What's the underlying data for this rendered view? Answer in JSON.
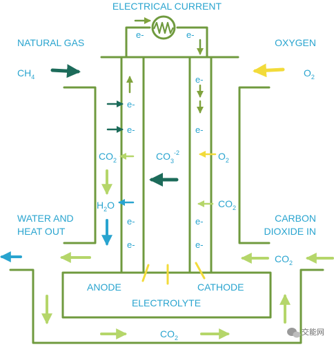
{
  "labels": {
    "electrical_current": "ELECTRICAL CURRENT",
    "natural_gas": "NATURAL GAS",
    "oxygen": "OXYGEN",
    "ch4_main": "CH",
    "ch4_sub": "4",
    "o2_main": "O",
    "o2_sub": "2",
    "water_line1": "WATER AND",
    "water_line2": "HEAT OUT",
    "carbon_line1": "CARBON",
    "carbon_line2": "DIOXIDE IN",
    "co2_main": "CO",
    "co2_sub": "2",
    "co3_main": "CO",
    "co3_sub": "3",
    "co3_sup": "-2",
    "h2o_h": "H",
    "h2o_sub": "2",
    "h2o_o": "O",
    "electron": "e-",
    "anode": "ANODE",
    "cathode": "CATHODE",
    "electrolyte": "ELECTROLYTE",
    "watermark": "交能网"
  },
  "colors": {
    "frame": "#6f9a3e",
    "label": "#29a4cf",
    "dark_arrow": "#1c6b5a",
    "yellow_arrow": "#f2db3a",
    "lime_arrow": "#b5d66a",
    "blue_arrow": "#29a4cf",
    "green_arrow": "#7fa23c"
  },
  "icons": [
    "resistor-icon",
    "wechat-icon"
  ]
}
